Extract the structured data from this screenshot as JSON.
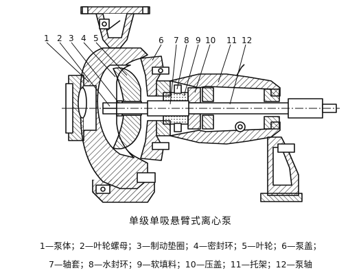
{
  "title": "单级单吸悬臂式离心泵",
  "part_numbers": [
    "1",
    "2",
    "3",
    "4",
    "5",
    "6",
    "7",
    "8",
    "9",
    "10",
    "11",
    "12"
  ],
  "legend": {
    "line1": "1—泵体；2—叶轮螺母；3—制动垫圈；4—密封环；5—叶轮；6—泵盖；",
    "line2": "7—轴套；8—水封环；9—软填料；10—压盖；11—托架；12—泵轴"
  },
  "colors": {
    "line": "#111111",
    "hatch": "#222222",
    "background": "#ffffff"
  }
}
